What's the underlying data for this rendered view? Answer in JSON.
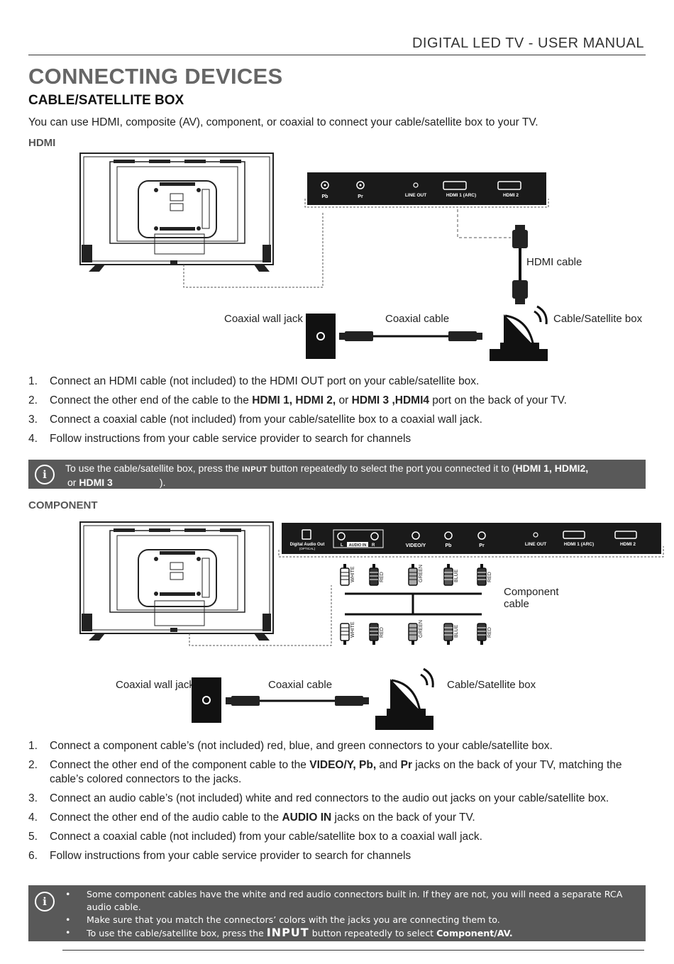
{
  "header": {
    "title": "DIGITAL LED TV - USER MANUAL"
  },
  "page_title": "CONNECTING DEVICES",
  "section_title": "CABLE/SATELLITE BOX",
  "intro": "You can use HDMI, composite (AV), component, or coaxial to connect your cable/satellite box to your TV.",
  "hdmi": {
    "label": "HDMI",
    "panel": {
      "pb": "Pb",
      "pr": "Pr",
      "line_out": "LINE OUT",
      "hdmi1": "HDMI 1 (ARC)",
      "hdmi2": "HDMI 2"
    },
    "labels": {
      "hdmi_cable": "HDMI cable",
      "coax_jack": "Coaxial wall jack",
      "coax_cable": "Coaxial cable",
      "box": "Cable/Satellite box"
    },
    "steps": [
      {
        "num": "1.",
        "text": "Connect an HDMI cable (not included) to the HDMI OUT port on your cable/satellite box."
      },
      {
        "num": "2.",
        "pre": "Connect the other end of the cable to the ",
        "b1": "HDMI 1, HDMI 2,",
        "mid": " or ",
        "b2": "HDMI 3 ,HDMI4",
        "post": " port on the back of your TV."
      },
      {
        "num": "3.",
        "text": "Connect a coaxial cable (not included) from your cable/satellite box to a coaxial wall jack."
      },
      {
        "num": "4.",
        "text": "Follow instructions from your cable service provider to search for channels"
      }
    ],
    "note": {
      "pre": "To use the cable/satellite box, press the ",
      "input": "INPUT",
      "mid": " button repeatedly to select the port you connected it to (",
      "b1": "HDMI 1, HDMI2,",
      "or": "or ",
      "b2": "HDMI 3",
      "post": "                 )."
    }
  },
  "component": {
    "label": "COMPONENT",
    "panel": {
      "optical": "Digital Audio Out",
      "optical_sub": "(OPTICAL)",
      "l": "L",
      "audio_in": "AUDIO IN",
      "r": "R",
      "video": "VIDEO/Y",
      "pb": "Pb",
      "pr": "Pr",
      "line_out": "LINE OUT",
      "hdmi1": "HDMI 1 (ARC)",
      "hdmi2": "HDMI 2"
    },
    "connectors": [
      "WHITE",
      "RED",
      "GREEN",
      "BLUE",
      "RED"
    ],
    "labels": {
      "component_cable_1": "Component",
      "component_cable_2": "cable",
      "coax_jack": "Coaxial wall jack",
      "coax_cable": "Coaxial cable",
      "box": "Cable/Satellite box"
    },
    "steps": [
      {
        "num": "1.",
        "text": "Connect a component cable’s (not included) red, blue, and green connectors to your cable/satellite box."
      },
      {
        "num": "2.",
        "pre": "Connect the other end of the component cable to the ",
        "b1": "VIDEO/Y, Pb,",
        "mid": " and ",
        "b2": "Pr",
        "post": " jacks on the back of your TV, matching the cable’s colored connectors to the jacks."
      },
      {
        "num": "3.",
        "text": "Connect an audio cable’s (not included) white and red connectors to the audio out jacks on your cable/satellite box."
      },
      {
        "num": "4.",
        "pre": "Connect the other end of the audio cable to the ",
        "b1": "AUDIO IN",
        "post": " jacks on the back of your TV."
      },
      {
        "num": "5.",
        "text": "Connect a coaxial cable (not included) from your cable/satellite box to a coaxial wall jack."
      },
      {
        "num": "6.",
        "text": "Follow instructions from your cable service provider to search for channels"
      }
    ],
    "notes": [
      {
        "text": "Some component cables have the white and red audio connectors built in. If they are not, you will need a separate RCA audio cable."
      },
      {
        "text": "Make sure that you match the connectors’ colors with the jacks you are connecting them to."
      },
      {
        "pre": "To use the cable/satellite box, press the ",
        "input": "INPUT",
        "mid": " button repeatedly to select ",
        "b1": "Component/AV."
      }
    ]
  }
}
